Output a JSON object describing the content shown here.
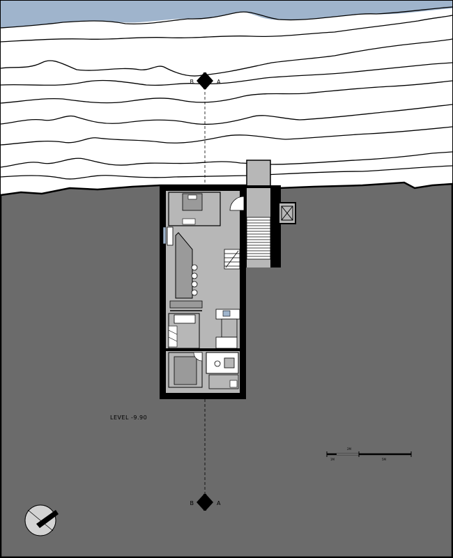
{
  "section_marker": {
    "left_letter": "B",
    "right_letter": "A"
  },
  "level_label": "LEVEL -9.90",
  "scale_bar": {
    "top_label": "2M",
    "bottom_left_label": "1M",
    "bottom_right_label": "5M"
  },
  "colors": {
    "sky": "#9fb4cc",
    "ground": "#6b6b6b",
    "wall": "#000000",
    "room_fill": "#b7b7b7",
    "paper": "#ffffff"
  }
}
